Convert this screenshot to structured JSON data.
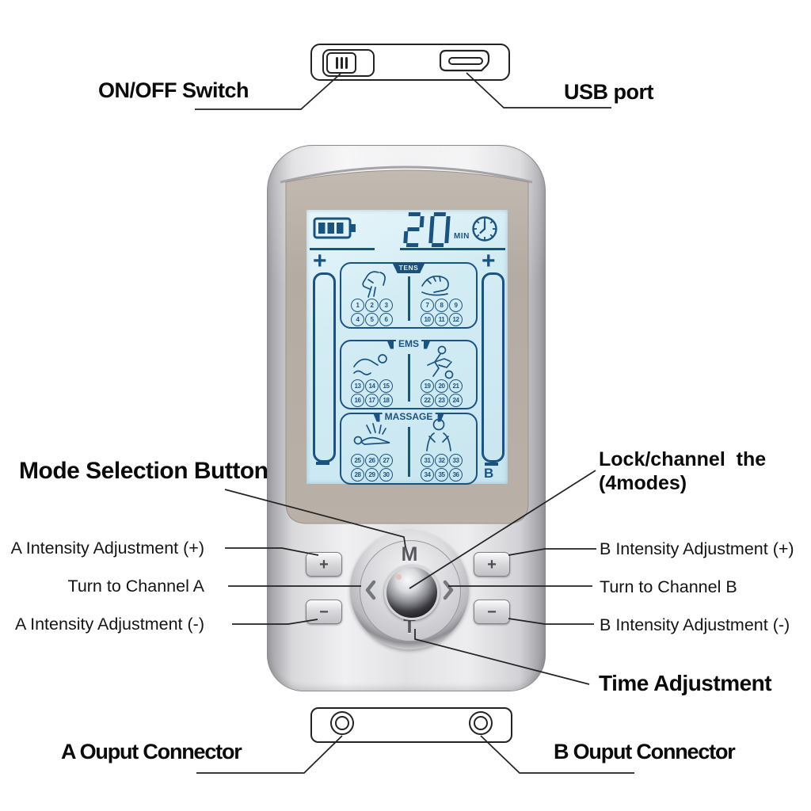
{
  "colors": {
    "lcd_ink": "#1b5380",
    "screen_bg": "#cfe9f2",
    "banner_fill": "#1c4f7a",
    "body_silver": "#d9d9dc",
    "faceplate_tan": "#b6aea4",
    "callout_line": "#222222"
  },
  "top_panel": {
    "onoff_label": "ON/OFF Switch",
    "usb_label": "USB port"
  },
  "screen": {
    "battery_bars": 3,
    "timer_value": "20",
    "timer_unit": "MIN",
    "plus_left": "+",
    "plus_right": "+",
    "channel_indicator": "B",
    "sections": [
      {
        "label": "TENS",
        "selected": true,
        "left_icon": "tens-hand-icon",
        "right_icon": "kneading-hand-icon",
        "left_modes": [
          "1",
          "2",
          "3",
          "4",
          "5",
          "6"
        ],
        "right_modes": [
          "7",
          "8",
          "9",
          "10",
          "11",
          "12"
        ]
      },
      {
        "label": "EMS",
        "selected": false,
        "left_icon": "swimmer-icon",
        "right_icon": "runner-icon",
        "left_modes": [
          "13",
          "14",
          "15",
          "16",
          "17",
          "18"
        ],
        "right_modes": [
          "19",
          "20",
          "21",
          "22",
          "23",
          "24"
        ]
      },
      {
        "label": "MASSAGE",
        "selected": false,
        "left_icon": "massage-table-icon",
        "right_icon": "neck-massage-icon",
        "left_modes": [
          "25",
          "26",
          "27",
          "28",
          "29",
          "30"
        ],
        "right_modes": [
          "31",
          "32",
          "33",
          "34",
          "35",
          "36"
        ]
      }
    ]
  },
  "controls": {
    "mode": "M",
    "time": "T",
    "left_plus": "+",
    "left_minus": "−",
    "right_plus": "+",
    "right_minus": "−"
  },
  "callouts": {
    "onoff": "ON/OFF Switch",
    "usb": "USB port",
    "mode": "Mode Selection Button",
    "lock_line1": "Lock/channel  the",
    "lock_line2": "(4modes)",
    "a_plus": "A Intensity Adjustment (+)",
    "turn_a": "Turn to Channel A",
    "a_minus": "A Intensity Adjustment (-)",
    "b_plus": "B Intensity Adjustment (+)",
    "turn_b": "Turn to Channel B",
    "b_minus": "B Intensity Adjustment (-)",
    "time": "Time Adjustment",
    "out_a": "A Ouput Connector",
    "out_b": "B Ouput Connector"
  }
}
